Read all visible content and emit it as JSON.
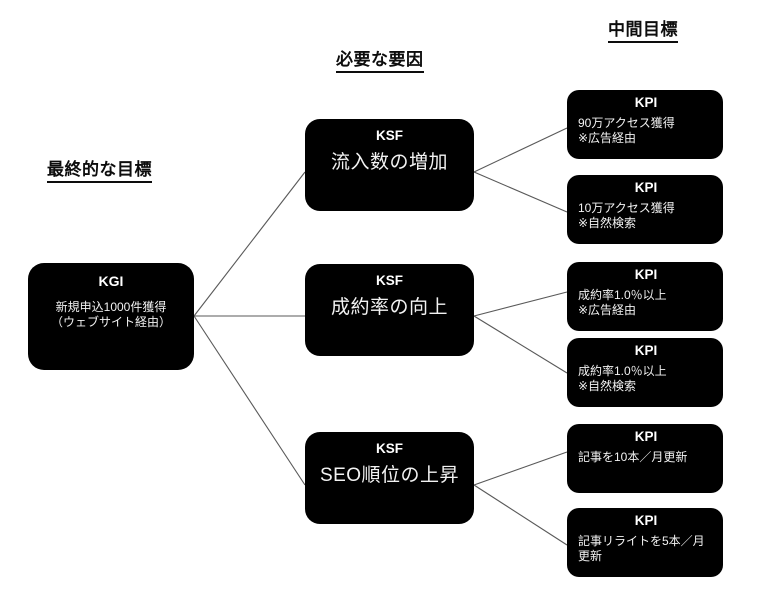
{
  "diagram": {
    "title_columns": [
      {
        "id": "final-goal",
        "label": "最終的な目標"
      },
      {
        "id": "required-factors",
        "label": "必要な要因"
      },
      {
        "id": "intermediate",
        "label": "中間目標"
      }
    ],
    "colors": {
      "node_fill": "#000000",
      "node_text": "#ffffff",
      "node_subtext": "#f2f2f2",
      "connector": "#595959",
      "background": "#ffffff",
      "header_text": "#0d0d0d"
    },
    "kgi": {
      "tag": "KGI",
      "desc": "新規申込1000件獲得\n（ウェブサイト経由）"
    },
    "ksf": [
      {
        "tag": "KSF",
        "desc": "流入数の増加"
      },
      {
        "tag": "KSF",
        "desc": "成約率の向上"
      },
      {
        "tag": "KSF",
        "desc": "SEO順位の上昇"
      }
    ],
    "kpi": [
      {
        "tag": "KPI",
        "desc": "90万アクセス獲得\n※広告経由"
      },
      {
        "tag": "KPI",
        "desc": "10万アクセス獲得\n※自然検索"
      },
      {
        "tag": "KPI",
        "desc": "成約率1.0％以上\n※広告経由"
      },
      {
        "tag": "KPI",
        "desc": "成約率1.0％以上\n※自然検索"
      },
      {
        "tag": "KPI",
        "desc": "記事を10本／月更新"
      },
      {
        "tag": "KPI",
        "desc": "記事リライトを5本／月\n更新"
      }
    ]
  }
}
